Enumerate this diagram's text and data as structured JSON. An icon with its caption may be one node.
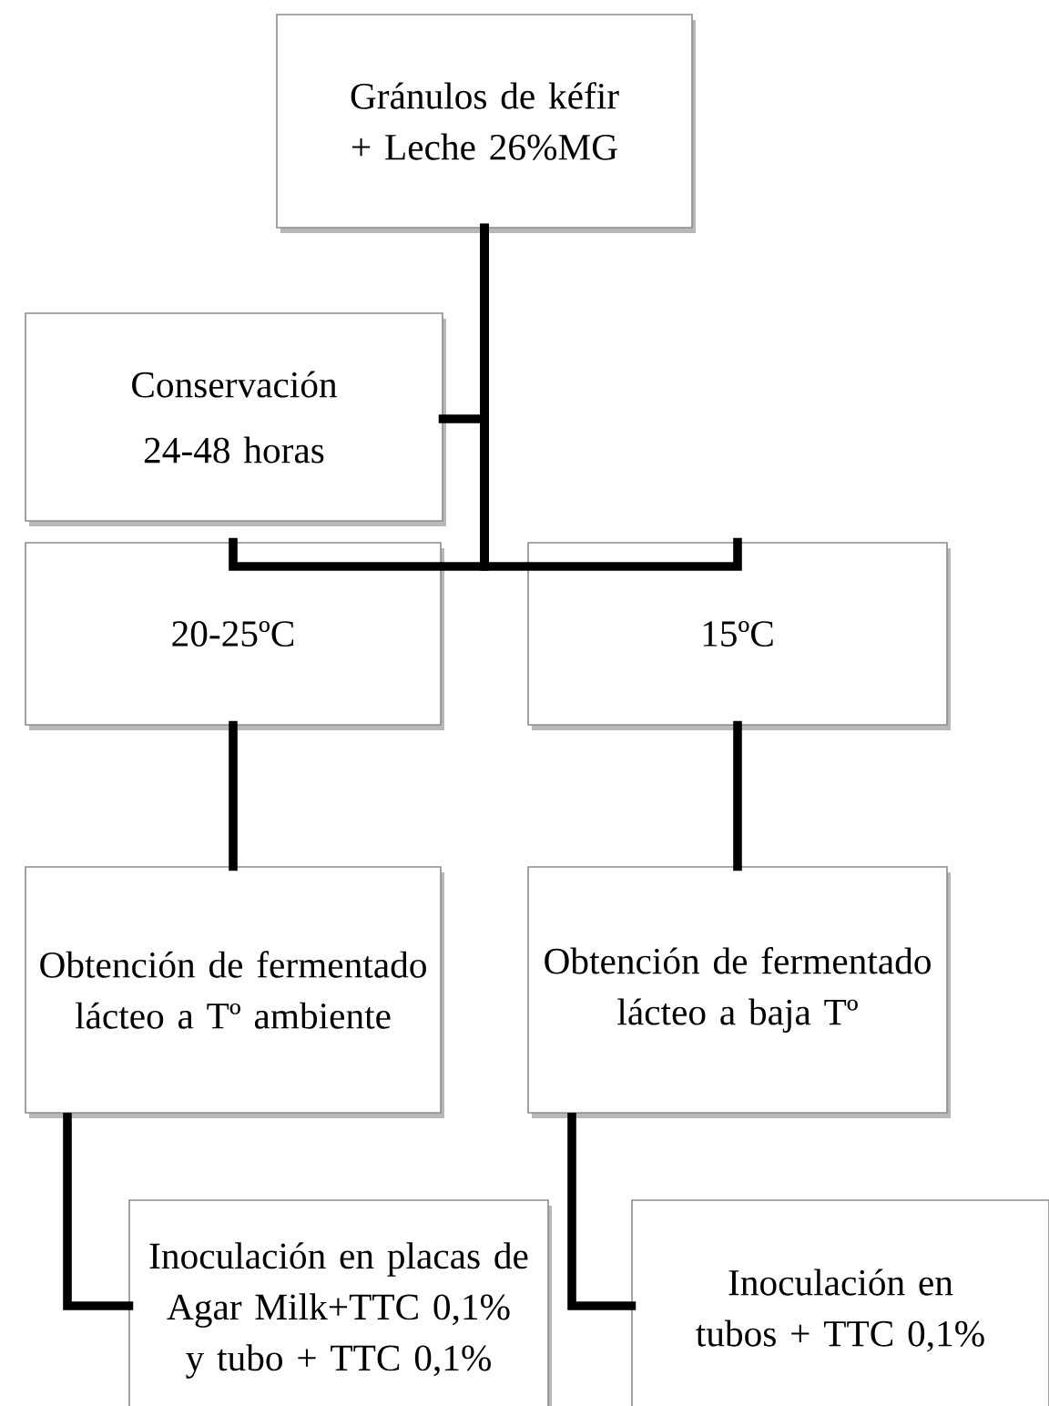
{
  "diagram": {
    "nodes": [
      {
        "text": [
          "Gránulos de kéfir + Leche 26%MG"
        ]
      },
      {
        "text": [
          "Conservación",
          "24-48 horas"
        ]
      },
      {
        "text": [
          "20-25ºC"
        ]
      },
      {
        "text": [
          "15ºC"
        ]
      },
      {
        "text": [
          "Obtención de fermentado lácteo a Tº ambiente"
        ]
      },
      {
        "text": [
          "Obtención de fermentado lácteo a baja Tº"
        ]
      },
      {
        "text": [
          "Inoculación en placas de Agar Milk+TTC 0,1% y tubo + TTC 0,1%"
        ]
      },
      {
        "text": [
          "Inoculación en tubos + TTC 0,1%"
        ]
      }
    ],
    "edges": [
      {
        "from": 0,
        "to": 1,
        "arrow": "none"
      },
      {
        "from": 0,
        "to": 2,
        "arrow": "none"
      },
      {
        "from": 0,
        "to": 3,
        "arrow": "none"
      },
      {
        "from": 2,
        "to": 4,
        "arrow": "none"
      },
      {
        "from": 3,
        "to": 5,
        "arrow": "none"
      },
      {
        "from": 4,
        "to": 6,
        "arrow": "none"
      },
      {
        "from": 5,
        "to": 7,
        "arrow": "none"
      }
    ]
  }
}
